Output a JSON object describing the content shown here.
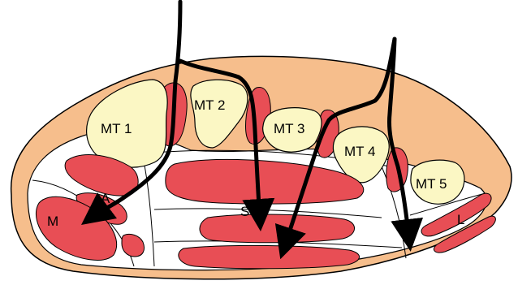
{
  "diagram": {
    "colors": {
      "skin": "#f6be8c",
      "interior": "#ffffff",
      "bone": "#fbf7c4",
      "muscle": "#e84e55",
      "outline": "#000000",
      "arrow": "#000000"
    },
    "bones": [
      {
        "id": "mt1",
        "label": "MT 1"
      },
      {
        "id": "mt2",
        "label": "MT 2"
      },
      {
        "id": "mt3",
        "label": "MT 3"
      },
      {
        "id": "mt4",
        "label": "MT 4"
      },
      {
        "id": "mt5",
        "label": "MT 5"
      }
    ],
    "compartment_labels": {
      "medial": "M",
      "adductor": "A",
      "superficial": "S",
      "lateral": "L"
    },
    "arrows": [
      {
        "id": "arrow-1",
        "target": "medial"
      },
      {
        "id": "arrow-2",
        "target": "superficial"
      },
      {
        "id": "arrow-3",
        "target": "central-deep"
      },
      {
        "id": "arrow-4",
        "target": "lateral"
      }
    ]
  }
}
